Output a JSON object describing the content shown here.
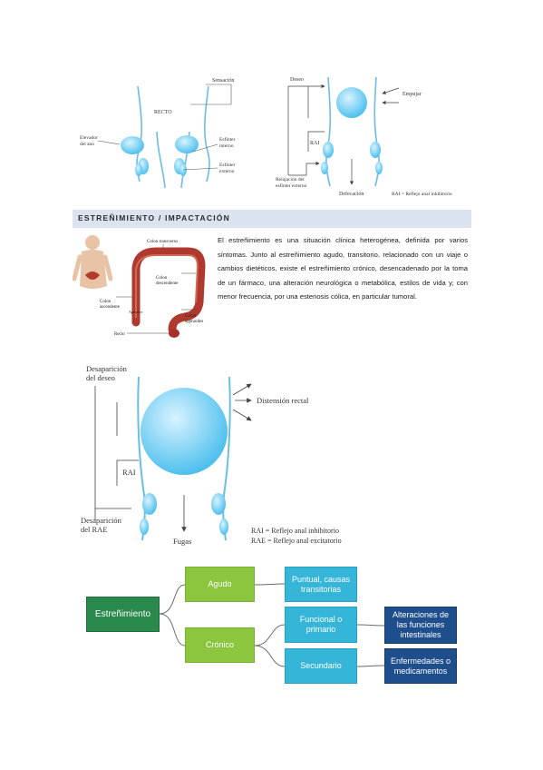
{
  "fig1": {
    "labels": {
      "sensacion": "Sensación",
      "recto": "RECTO",
      "elevador": "Elevador\ndel ano",
      "esfinter_interno": "Esfínter\ninterno",
      "esfinter_externo": "Esfínter\nexterno"
    }
  },
  "fig2": {
    "labels": {
      "deseo": "Deseo",
      "empujar": "Empujar",
      "rai": "RAI",
      "relajacion": "Relajación del\nesfínter externo",
      "defecacion": "Defecación",
      "rai_def": "RAI = Reflejo anal inhibitorio"
    }
  },
  "section": {
    "title": "ESTREÑIMIENTO / IMPACTACIÓN",
    "paragraph": "El estreñimiento es una situación clínica heterogénea, definida por varios síntomas. Junto al estreñimiento agudo, transitorio, relacionado con un viaje o cambios dietéticos, existe el estreñimiento crónico, desencadenado por la toma de un fármaco, una alteración neurológica o metabólica, estilos de vida y, con menor frecuencia, por una estenosis cólica, en particular tumoral."
  },
  "colon_figure": {
    "labels": {
      "transverso": "Colon transverso",
      "descendente": "Colon\ndescendente",
      "ascendente": "Colon\nascendente",
      "apendice": "Apéndice",
      "sigmoides": "Colon\nsigmoides",
      "recto": "Recto"
    }
  },
  "fig3": {
    "labels": {
      "desaparicion_deseo": "Desaparición\ndel deseo",
      "distension": "Distensión rectal",
      "rai": "RAI",
      "desaparicion_rae": "Desaparición\ndel RAE",
      "fugas": "Fugas",
      "rai_def": "RAI = Reflejo anal inhibitorio",
      "rae_def": "RAE = Reflejo anal excitatorio"
    }
  },
  "diagram": {
    "root": "Estreñimiento",
    "agudo": "Agudo",
    "cronico": "Crónico",
    "puntual": "Puntual, causas transitorias",
    "funcional": "Funcional o primario",
    "secundario": "Secundario",
    "alteraciones": "Alteraciones de las funciones intestinales",
    "enfermedades": "Enfermedades o medicamentos"
  },
  "colors": {
    "root": "#2a8a4e",
    "level2": "#8cc63f",
    "level3": "#35b5d8",
    "level4": "#1f4e8c",
    "section_bar": "#dce3f0",
    "rectum_ball": "#5cc8f0"
  }
}
